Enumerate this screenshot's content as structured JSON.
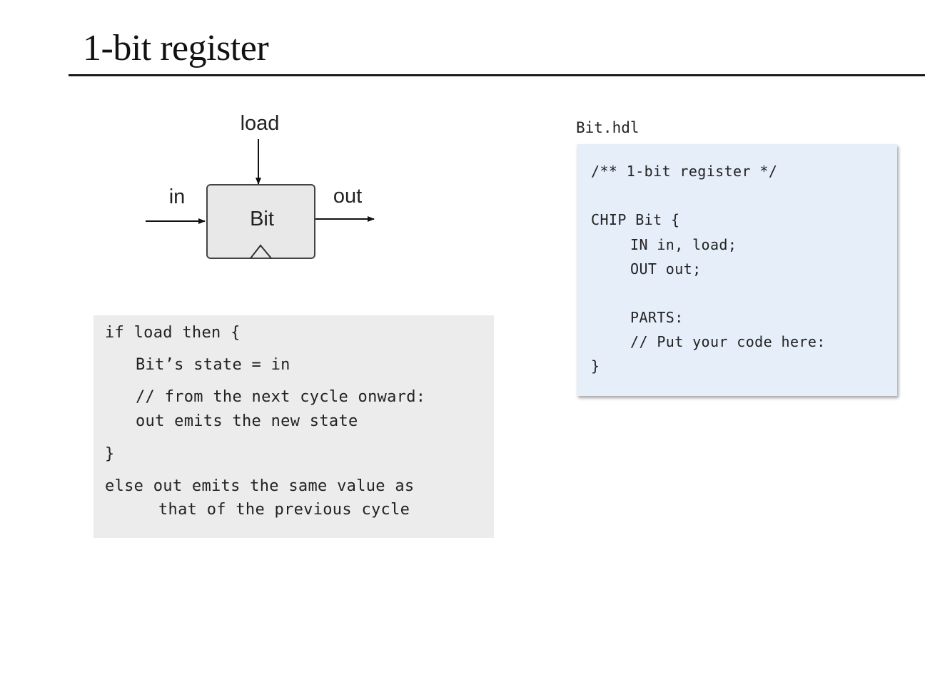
{
  "slide": {
    "title": "1-bit register"
  },
  "diagram": {
    "chip_label": "Bit",
    "input_label": "in",
    "load_label": "load",
    "output_label": "out"
  },
  "pseudocode": {
    "lines": [
      "if load then {",
      "Bit’s state = in",
      "// from the next cycle onward:",
      "out emits the new state",
      "}",
      "else out emits the same value as",
      "that of the previous cycle"
    ]
  },
  "hdl": {
    "filename": "Bit.hdl",
    "lines": [
      "/** 1-bit register */",
      "CHIP Bit {",
      "IN in, load;",
      "OUT out;",
      "PARTS:",
      "// Put your code here:",
      "}"
    ]
  }
}
